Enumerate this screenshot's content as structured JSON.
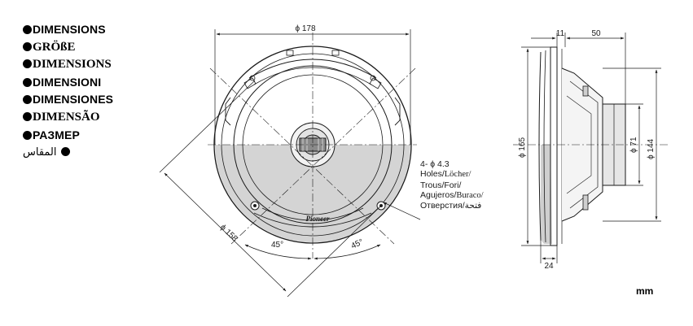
{
  "titles": [
    {
      "text": "DIMENSIONS",
      "style": "sans"
    },
    {
      "text": "GRÖßE",
      "style": "serif"
    },
    {
      "text": "DIMENSIONS",
      "style": "serif"
    },
    {
      "text": "DIMENSIONI",
      "style": "sans"
    },
    {
      "text": "DIMENSIONES",
      "style": "sans"
    },
    {
      "text": "DIMENSÃO",
      "style": "serif"
    },
    {
      "text": "РАЗМЕР",
      "style": "sans"
    },
    {
      "text": "المقاس",
      "style": "rtl"
    }
  ],
  "front_view": {
    "outer_diameter": "ϕ 178",
    "diagonal": "ϕ 158",
    "angle_left": "45°",
    "angle_right": "45°",
    "brand_mark": "Pioneer"
  },
  "holes_note": {
    "count_diameter": "4- ϕ 4.3",
    "line1_a": "Holes/",
    "line1_b": "Löcher/",
    "line2": "Trous/Fori/",
    "line3_a": "Agujeros/",
    "line3_b": "Buraco/",
    "line4_a": "Отверстия/",
    "line4_b": "فتحة"
  },
  "side_view": {
    "flange": "11",
    "depth": "50",
    "frame_diameter": "ϕ 165",
    "magnet_diameter": "ϕ 71",
    "cutout_diameter": "ϕ 144",
    "flange_to_rear": "24"
  },
  "unit": "mm"
}
